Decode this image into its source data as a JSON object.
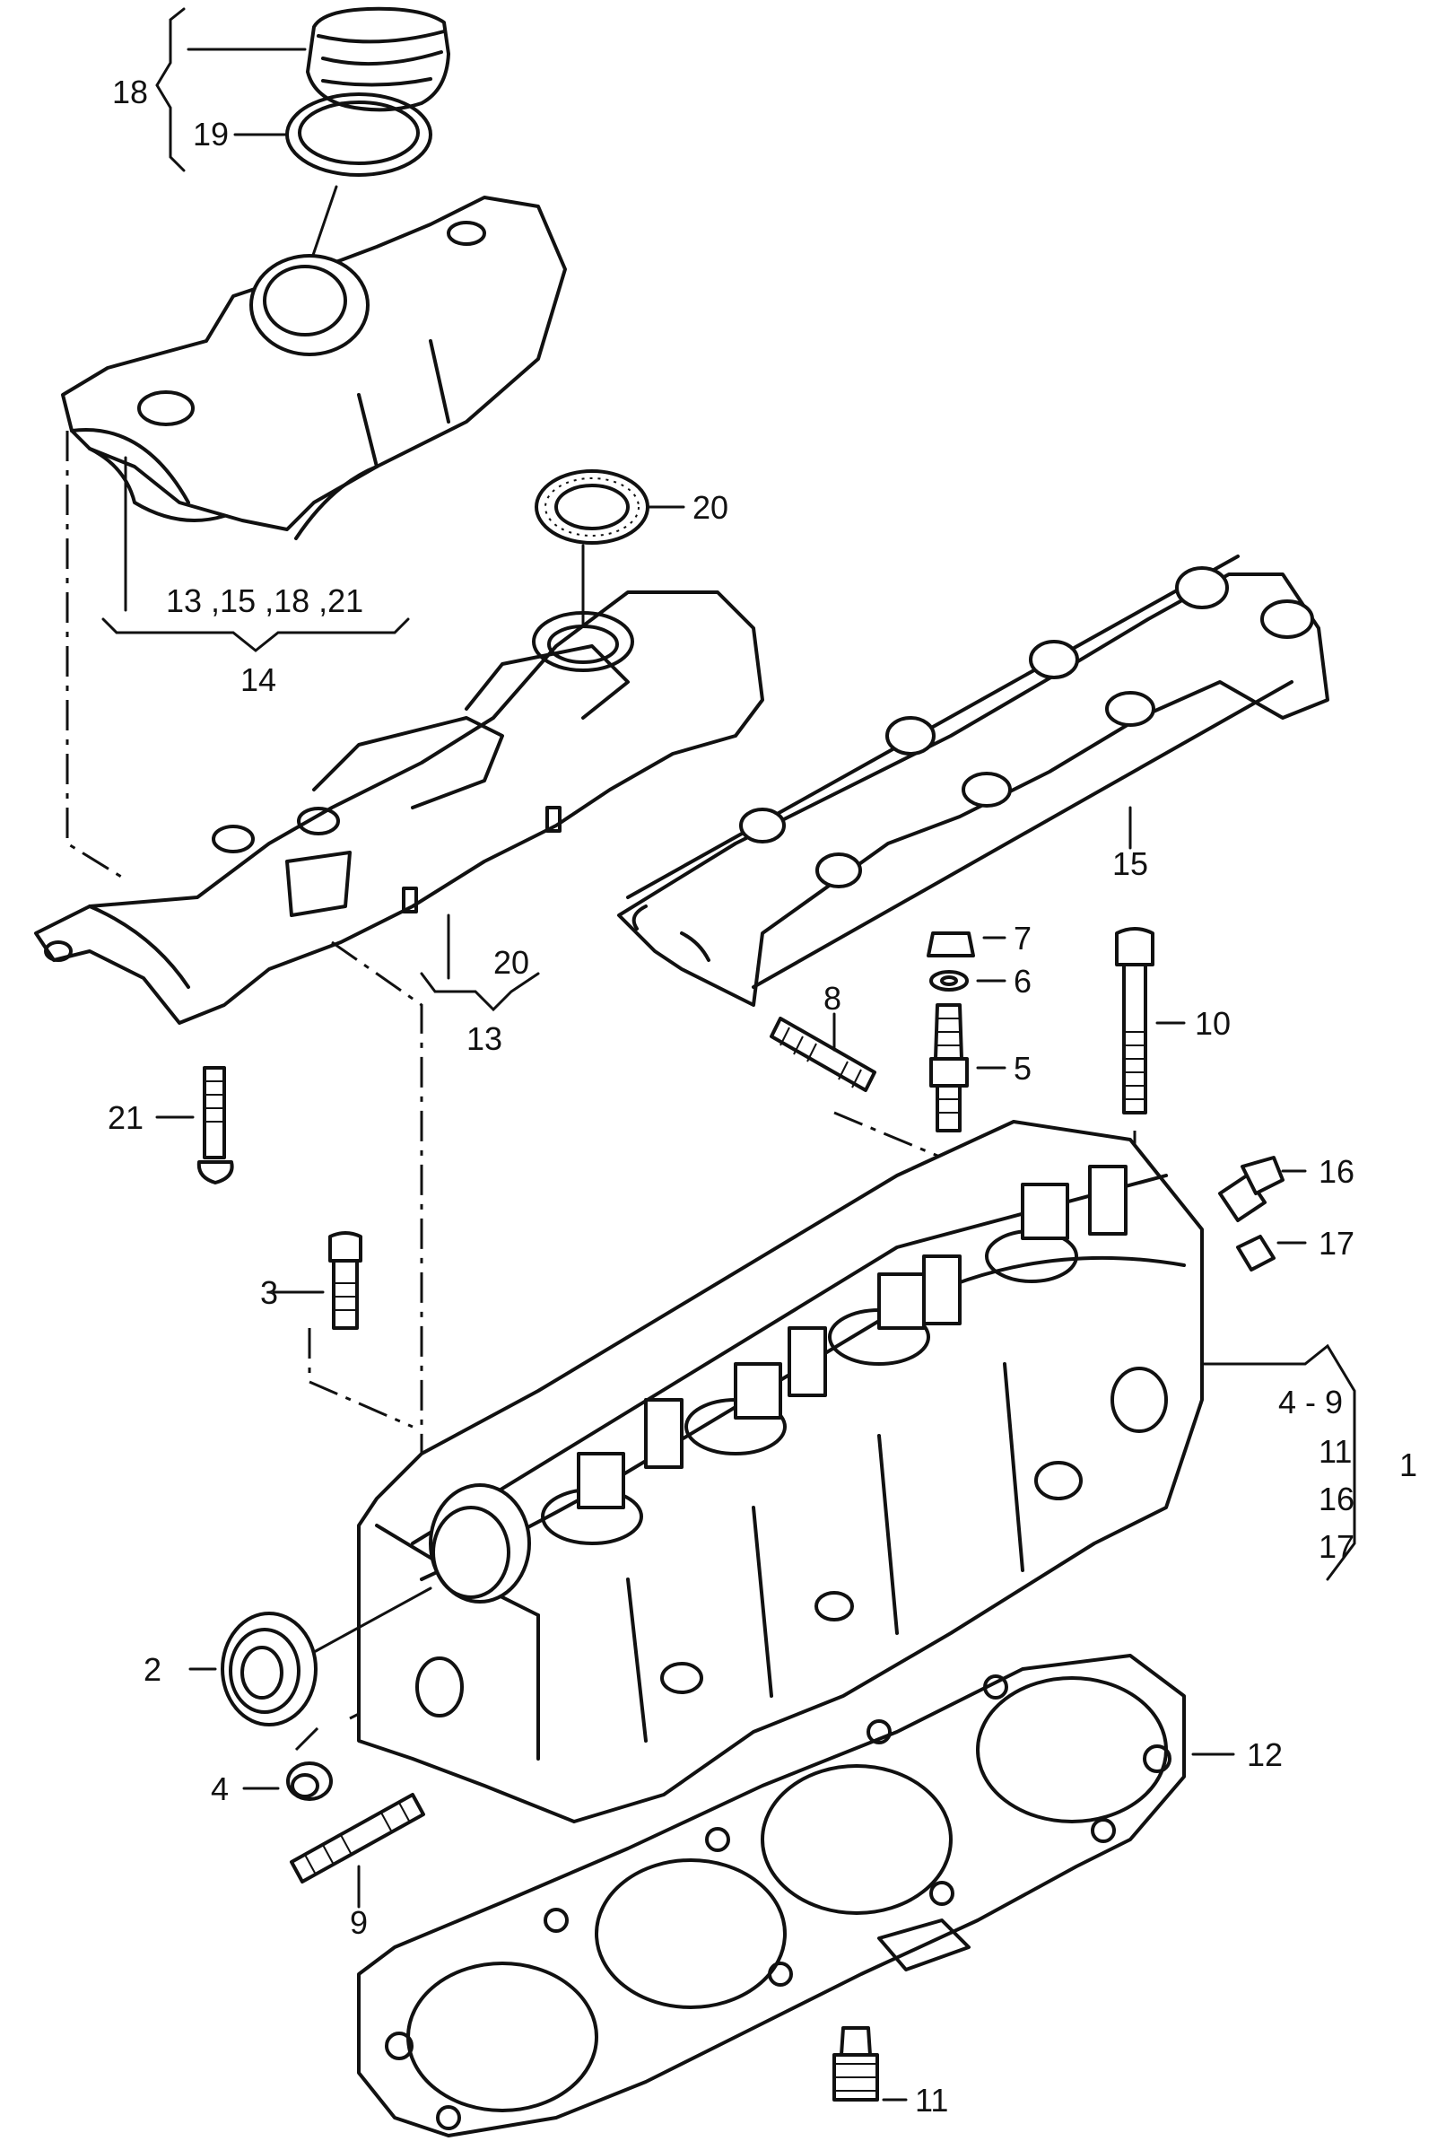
{
  "callouts": {
    "c1": "1",
    "c2": "2",
    "c3": "3",
    "c4": "4",
    "c5": "5",
    "c6": "6",
    "c7": "7",
    "c8": "8",
    "c9": "9",
    "c10": "10",
    "c11": "11",
    "c12": "12",
    "c13a": "13",
    "c13b": "13 ,15 ,18 ,21",
    "c14": "14",
    "c15": "15",
    "c16": "16",
    "c17": "17",
    "c18": "18",
    "c19": "19",
    "c20a": "20",
    "c20b": "20",
    "c21": "21",
    "group1_a": "4 - 9",
    "group1_b": "11",
    "group1_c": "16",
    "group1_d": "17"
  }
}
